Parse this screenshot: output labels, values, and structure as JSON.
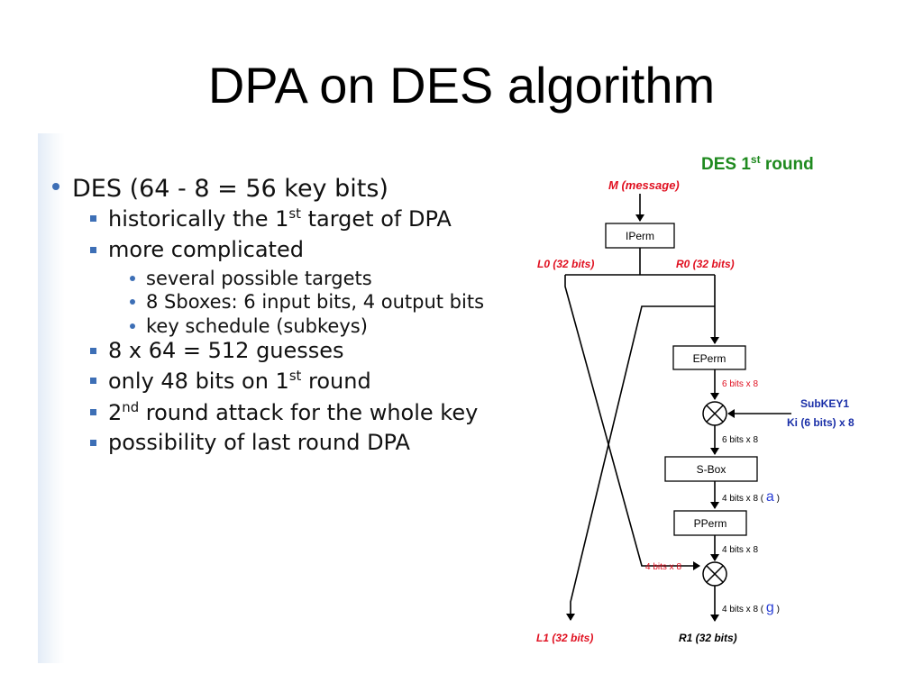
{
  "slide": {
    "title": "DPA on DES algorithm"
  },
  "bullets": {
    "b1": "DES (64 - 8 = 56 key bits)",
    "b1_1_pre": "historically the 1",
    "b1_1_sup": "st",
    "b1_1_post": " target of DPA",
    "b1_2": "more complicated",
    "b1_2_1": "several possible targets",
    "b1_2_2": "8 Sboxes: 6 input bits, 4 output bits",
    "b1_2_3": "key schedule (subkeys)",
    "b1_3": "8 x 64 = 512 guesses",
    "b1_4_pre": "only 48 bits on 1",
    "b1_4_sup": "st",
    "b1_4_post": " round",
    "b1_5_pre": "2",
    "b1_5_sup": "nd",
    "b1_5_post": " round attack for the whole key",
    "b1_6": "possibility of last round DPA"
  },
  "diagram": {
    "header_pre": "DES 1",
    "header_sup": "st",
    "header_post": " round",
    "message": "M (message)",
    "iperm": "IPerm",
    "l0": "L0 (32 bits)",
    "r0": "R0 (32 bits)",
    "eperm": "EPerm",
    "bits6x8_red": "6 bits x 8",
    "subkey_line1": "SubKEY1",
    "subkey_line2": "Ki (6 bits) x 8",
    "bits6x8": "6 bits x 8",
    "sbox": "S-Box",
    "bits4x8_a_pre": "4 bits x 8 ( ",
    "var_a": "a",
    "bits4x8_a_post": " )",
    "pperm": "PPerm",
    "bits4x8": "4 bits x 8",
    "bits4x8_red": "4 bits x 8",
    "bits4x8_g_pre": "4 bits x 8 ( ",
    "var_g": "g",
    "bits4x8_g_post": " )",
    "l1": "L1 (32 bits)",
    "r1": "R1 (32 bits)"
  },
  "colors": {
    "header_green": "#1f8a1f",
    "label_red": "#e01020",
    "var_blue": "#2a3fd6",
    "subkey_blue": "#1a2fa8",
    "bullet_blue": "#3d6fb6"
  }
}
